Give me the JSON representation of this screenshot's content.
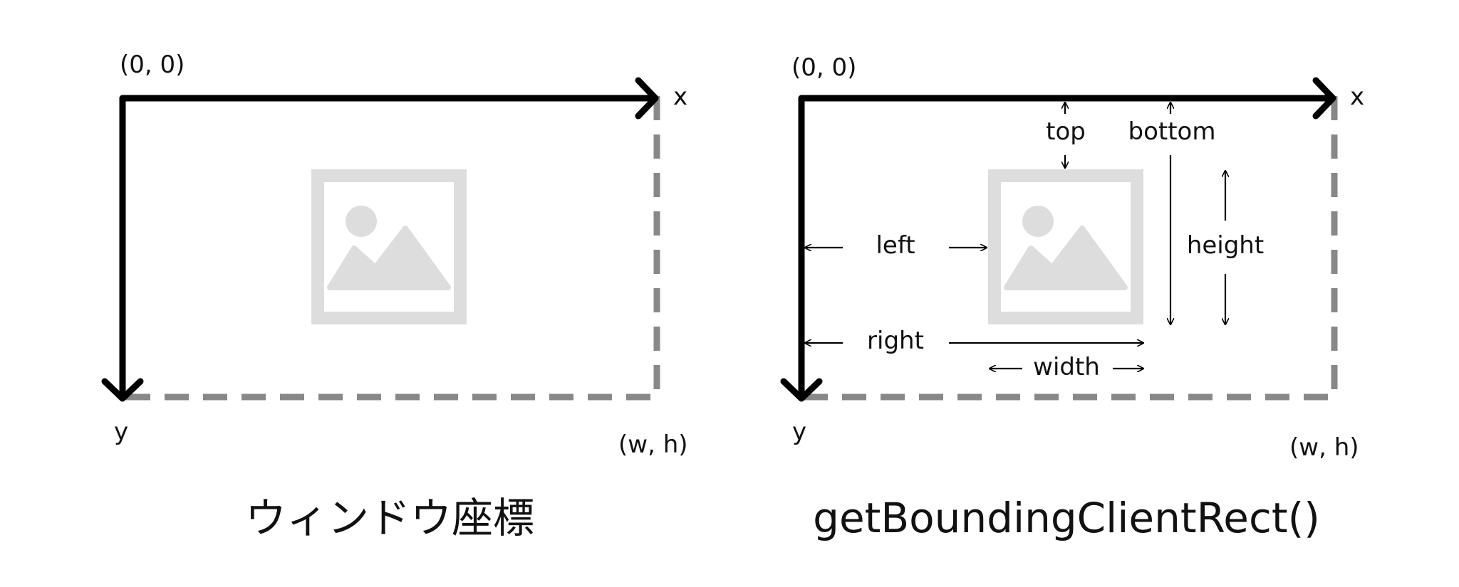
{
  "colors": {
    "axis": "#000000",
    "viewport_border": "#888888",
    "placeholder": "#dddddd",
    "text": "#111111"
  },
  "left_diagram": {
    "origin_label": "(0, 0)",
    "x_label": "x",
    "y_label": "y",
    "corner_label": "(w, h)",
    "caption": "ウィンドウ座標",
    "image_icon": "image-placeholder-icon"
  },
  "right_diagram": {
    "origin_label": "(0, 0)",
    "x_label": "x",
    "y_label": "y",
    "corner_label": "(w, h)",
    "caption": "getBoundingClientRect()",
    "image_icon": "image-placeholder-icon",
    "measures": {
      "top": "top",
      "bottom": "bottom",
      "left": "left",
      "right": "right",
      "width": "width",
      "height": "height"
    }
  }
}
